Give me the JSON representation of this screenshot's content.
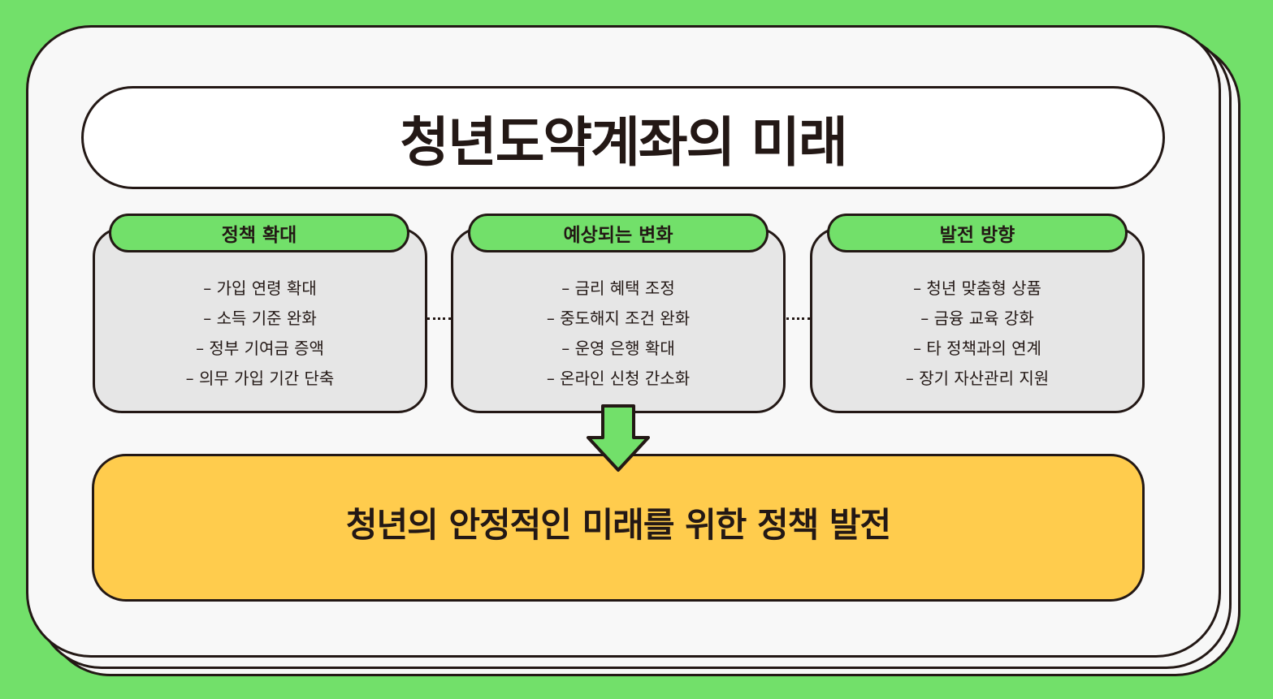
{
  "title": "청년도약계좌의 미래",
  "sections": [
    {
      "header": "정책 확대",
      "items": [
        "– 가입 연령 확대",
        "– 소득 기준 완화",
        "– 정부 기여금 증액",
        "– 의무 가입 기간 단축"
      ]
    },
    {
      "header": "예상되는 변화",
      "items": [
        "– 금리 혜택 조정",
        "– 중도해지 조건 완화",
        "– 운영 은행 확대",
        "– 온라인 신청 간소화"
      ]
    },
    {
      "header": "발전 방향",
      "items": [
        "– 청년 맞춤형 상품",
        "– 금융 교육 강화",
        "– 타 정책과의 연계",
        "– 장기 자산관리 지원"
      ]
    }
  ],
  "result": "청년의 안정적인 미래를 위한 정책 발전",
  "colors": {
    "background": "#72e06a",
    "tab": "#72e06a",
    "card": "#e6e6e6",
    "result": "#ffcc4d",
    "outline": "#231815"
  }
}
